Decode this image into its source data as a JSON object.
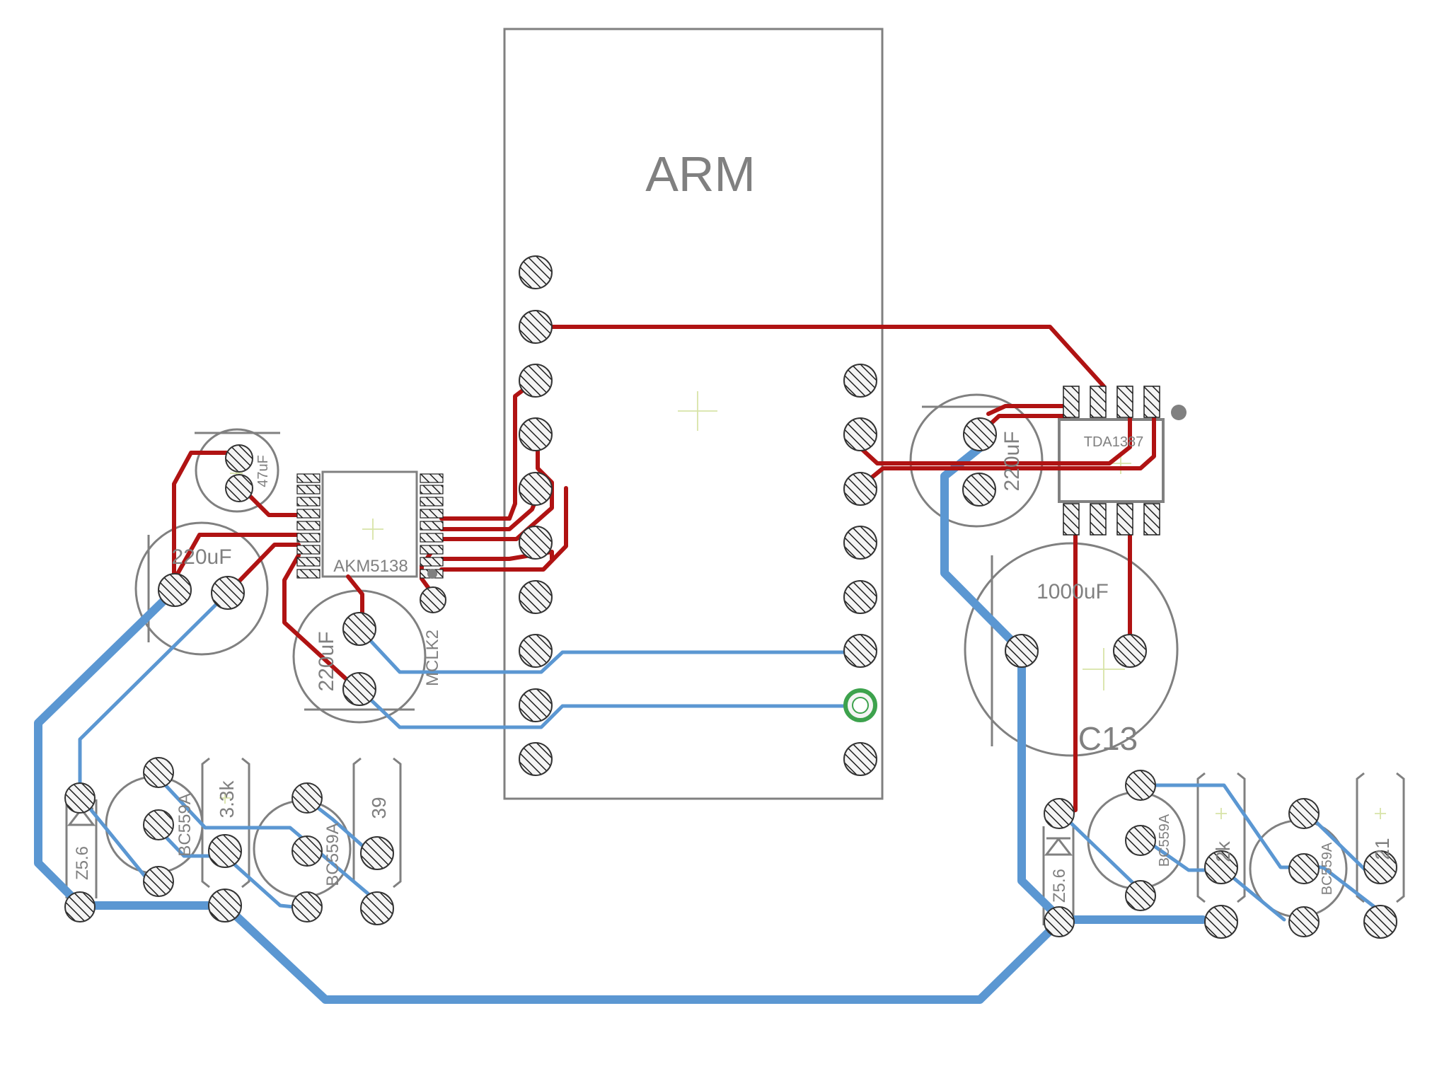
{
  "colors": {
    "top_trace": "#b01313",
    "bottom_trace": "#5b97d2",
    "outline": "#808080",
    "pad_fill": "#f4f4f4",
    "origin_cross": "#d8e4a8",
    "via_ring": "#3da24d",
    "background": "#ffffff"
  },
  "labels": {
    "arm": "ARM",
    "akm": "AKM5138",
    "mclk": "MCLK2",
    "cap_47uf": "47uF",
    "cap_220_left": "220uF",
    "cap_220_mid": "220uF",
    "cap_220_right": "220uF",
    "tda": "TDA1387",
    "cap_1000": "1000uF",
    "c13": "C13",
    "res_33k": "3.3k",
    "res_39": "39",
    "res_2k": "2k",
    "res_21": "21",
    "zener_left": "Z5.6",
    "zener_right": "Z5.6",
    "q1": "BC559A",
    "q2": "BC559A",
    "q3": "BC559A",
    "q4": "BC559A"
  },
  "icons": {
    "pad": "hatched-round-pad-icon",
    "smd_pad": "hatched-rect-pad-icon",
    "via": "green-via-icon",
    "pin1_marker": "pin-one-dot-icon",
    "zener": "zener-diode-icon"
  }
}
